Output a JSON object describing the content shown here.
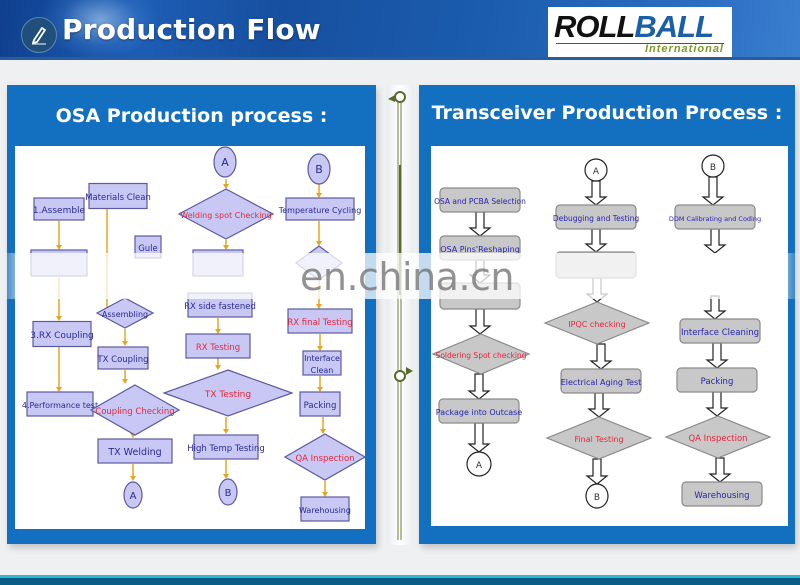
{
  "header": {
    "title": "Production Flow",
    "icon": "pencil-icon",
    "brand": {
      "name_part1": "ROLL",
      "name_part2": "BALL",
      "subtitle": "International"
    }
  },
  "colors": {
    "panel_blue": "#1370c0",
    "osa_box_fill": "#c9c8f4",
    "osa_box_stroke": "#5a5aa0",
    "osa_arrow": "#e6a51f",
    "trx_box_fill": "#c8c8c8",
    "trx_text_blue": "#2424b0",
    "highlight_red": "#e8263a"
  },
  "osa_panel": {
    "title": "OSA Production process :",
    "nodes": [
      {
        "id": "assemble",
        "label": "1.Assemble",
        "shape": "rect"
      },
      {
        "id": "step2",
        "label": "",
        "shape": "rect"
      },
      {
        "id": "rx-coupling",
        "label": "3.RX Coupling",
        "shape": "rect"
      },
      {
        "id": "perf-test",
        "label": "4.Performance test",
        "shape": "rect"
      },
      {
        "id": "materials-clean",
        "label": "Materials Clean",
        "shape": "rect"
      },
      {
        "id": "gule",
        "label": "Gule",
        "shape": "rect"
      },
      {
        "id": "assembling",
        "label": "Assembling",
        "shape": "diamond"
      },
      {
        "id": "tx-coupling",
        "label": "TX Coupling",
        "shape": "rect"
      },
      {
        "id": "coupling-checking",
        "label": "Coupling Checking",
        "shape": "diamond",
        "highlight": true
      },
      {
        "id": "tx-welding",
        "label": "TX Welding",
        "shape": "rect"
      },
      {
        "id": "connector-a-end",
        "label": "A",
        "shape": "circle"
      },
      {
        "id": "connector-a-start",
        "label": "A",
        "shape": "circle"
      },
      {
        "id": "welding-spot",
        "label": "Welding spot Checking",
        "shape": "diamond",
        "highlight": true
      },
      {
        "id": "col3-blank",
        "label": "",
        "shape": "rect"
      },
      {
        "id": "rx-side",
        "label": "RX side fastened",
        "shape": "rect"
      },
      {
        "id": "rx-testing",
        "label": "RX Testing",
        "shape": "rect",
        "highlight": true
      },
      {
        "id": "tx-testing",
        "label": "TX Testing",
        "shape": "diamond",
        "highlight": true
      },
      {
        "id": "high-temp",
        "label": "High Temp Testing",
        "shape": "rect"
      },
      {
        "id": "connector-b-end",
        "label": "B",
        "shape": "circle"
      },
      {
        "id": "connector-b-start",
        "label": "B",
        "shape": "circle"
      },
      {
        "id": "temp-cycling",
        "label": "Temperature Cycling",
        "shape": "rect"
      },
      {
        "id": "col4-blank",
        "label": "",
        "shape": "diamond"
      },
      {
        "id": "rx-final",
        "label": "RX final Testing",
        "shape": "rect",
        "highlight": true
      },
      {
        "id": "interface-clean",
        "label": "Interface Clean",
        "shape": "rect"
      },
      {
        "id": "packing",
        "label": "Packing",
        "shape": "rect"
      },
      {
        "id": "qa-inspection",
        "label": "QA Inspection",
        "shape": "diamond",
        "highlight": true
      },
      {
        "id": "warehousing",
        "label": "Warehousing",
        "shape": "rect"
      }
    ]
  },
  "transceiver_panel": {
    "title": "Transceiver Production Process :",
    "nodes": [
      {
        "id": "osa-pcba",
        "label": "OSA and PCBA Selection",
        "shape": "rect"
      },
      {
        "id": "osa-pins",
        "label": "OSA Pins'Reshaping",
        "shape": "rect"
      },
      {
        "id": "col1-blank",
        "label": "",
        "shape": "rect"
      },
      {
        "id": "soldering",
        "label": "Soldering Spot checking",
        "shape": "diamond",
        "highlight": true
      },
      {
        "id": "package",
        "label": "Package into Outcase",
        "shape": "rect"
      },
      {
        "id": "connector-a-end",
        "label": "A",
        "shape": "circle"
      },
      {
        "id": "connector-a-start",
        "label": "A",
        "shape": "circle"
      },
      {
        "id": "debugging",
        "label": "Debugging and Testing",
        "shape": "rect"
      },
      {
        "id": "col2-blank",
        "label": "",
        "shape": "rect"
      },
      {
        "id": "ipqc",
        "label": "IPQC checking",
        "shape": "diamond",
        "highlight": true
      },
      {
        "id": "aging",
        "label": "Electrical Aging Test",
        "shape": "rect"
      },
      {
        "id": "final-testing",
        "label": "Final Testing",
        "shape": "diamond",
        "highlight": true
      },
      {
        "id": "connector-b-end",
        "label": "B",
        "shape": "circle"
      },
      {
        "id": "connector-b-start",
        "label": "B",
        "shape": "circle"
      },
      {
        "id": "ddm",
        "label": "DDM Calibrating and Coding",
        "shape": "rect"
      },
      {
        "id": "interface-cleaning",
        "label": "Interface Cleaning",
        "shape": "rect"
      },
      {
        "id": "packing",
        "label": "Packing",
        "shape": "rect"
      },
      {
        "id": "qa-inspection",
        "label": "QA Inspection",
        "shape": "diamond",
        "highlight": true
      },
      {
        "id": "warehousing",
        "label": "Warehousing",
        "shape": "rect"
      }
    ]
  },
  "watermark": "en.china.cn"
}
